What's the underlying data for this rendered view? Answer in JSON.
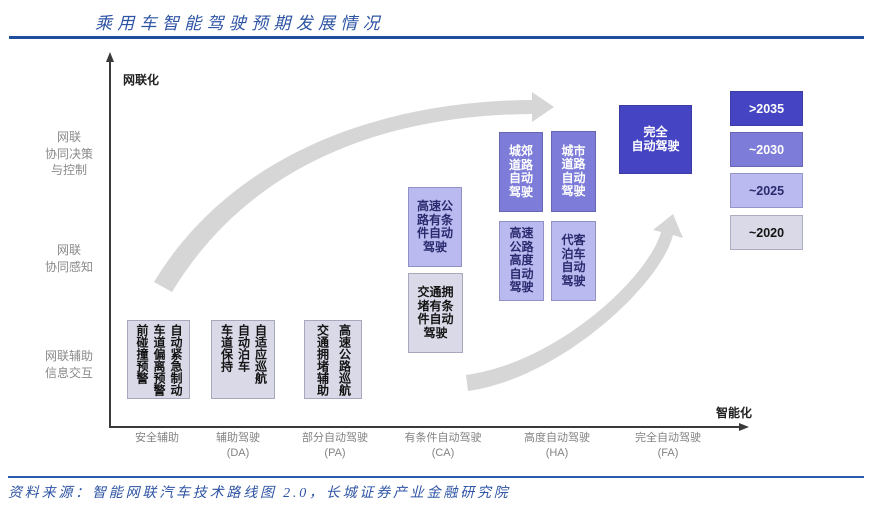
{
  "header": {
    "title": "乘用车智能驾驶预期发展情况"
  },
  "theme": {
    "accent": "#1f4e9c",
    "title_color": "#2e54a4",
    "rule_bottom": "#2a5aac",
    "arrow": "#d6d6d6",
    "axis": "#3a3a3a"
  },
  "axes": {
    "y_title": "网联化",
    "x_title": "智能化"
  },
  "y_levels": [
    {
      "lines": [
        "网联",
        "协同决策",
        "与控制"
      ]
    },
    {
      "lines": [
        "网联",
        "协同感知"
      ]
    },
    {
      "lines": [
        "网联辅助",
        "信息交互"
      ]
    }
  ],
  "x_levels": [
    {
      "name": "安全辅助",
      "code": ""
    },
    {
      "name": "辅助驾驶",
      "code": "(DA)"
    },
    {
      "name": "部分自动驾驶",
      "code": "(PA)"
    },
    {
      "name": "有条件自动驾驶",
      "code": "(CA)"
    },
    {
      "name": "高度自动驾驶",
      "code": "(HA)"
    },
    {
      "name": "完全自动驾驶",
      "code": "(FA)"
    }
  ],
  "feature_boxes": {
    "safety": {
      "bg": "#d9d9e8",
      "fg": "#141414",
      "columns": [
        "自动紧急制动",
        "车道偏离预警",
        "前碰撞预警"
      ]
    },
    "da": {
      "bg": "#d9d9e8",
      "fg": "#141414",
      "columns": [
        "自适应巡航",
        "自动泊车",
        "车道保持"
      ]
    },
    "pa": {
      "bg": "#d9d9e8",
      "fg": "#141414",
      "columns": [
        "高速公路巡航",
        "交通拥堵辅助"
      ]
    },
    "ca_highway": {
      "bg": "#babaf0",
      "fg": "#2a2a6e",
      "lines": [
        "高速公",
        "路有条",
        "件自动",
        "驾驶"
      ]
    },
    "ca_traffic": {
      "bg": "#d9d9e8",
      "fg": "#141414",
      "lines": [
        "交通拥",
        "堵有条",
        "件自动",
        "驾驶"
      ]
    },
    "ha_suburban": {
      "bg": "#7d7dd9",
      "fg": "#ffffff",
      "lines": [
        "城郊",
        "道路",
        "自动",
        "驾驶"
      ]
    },
    "ha_urban": {
      "bg": "#7d7dd9",
      "fg": "#ffffff",
      "lines": [
        "城市",
        "道路",
        "自动",
        "驾驶"
      ]
    },
    "ha_highway": {
      "bg": "#babaf0",
      "fg": "#2a2a6e",
      "lines": [
        "高速",
        "公路",
        "高度",
        "自动",
        "驾驶"
      ]
    },
    "ha_valet": {
      "bg": "#babaf0",
      "fg": "#2a2a6e",
      "lines": [
        "代客",
        "泊车",
        "自动",
        "驾驶"
      ]
    },
    "fa": {
      "bg": "#4545c4",
      "fg": "#ffffff",
      "lines": [
        "完全",
        "自动驾驶"
      ]
    }
  },
  "legend": [
    {
      "label": ">2035",
      "bg": "#4545c4",
      "fg": "#ffffff"
    },
    {
      "label": "~2030",
      "bg": "#7d7dd9",
      "fg": "#ffffff"
    },
    {
      "label": "~2025",
      "bg": "#babaf0",
      "fg": "#2a2a6e"
    },
    {
      "label": "~2020",
      "bg": "#d9d9e8",
      "fg": "#141414"
    }
  ],
  "footer": {
    "source": "资料来源：智能网联汽车技术路线图 2.0，长城证券产业金融研究院"
  }
}
